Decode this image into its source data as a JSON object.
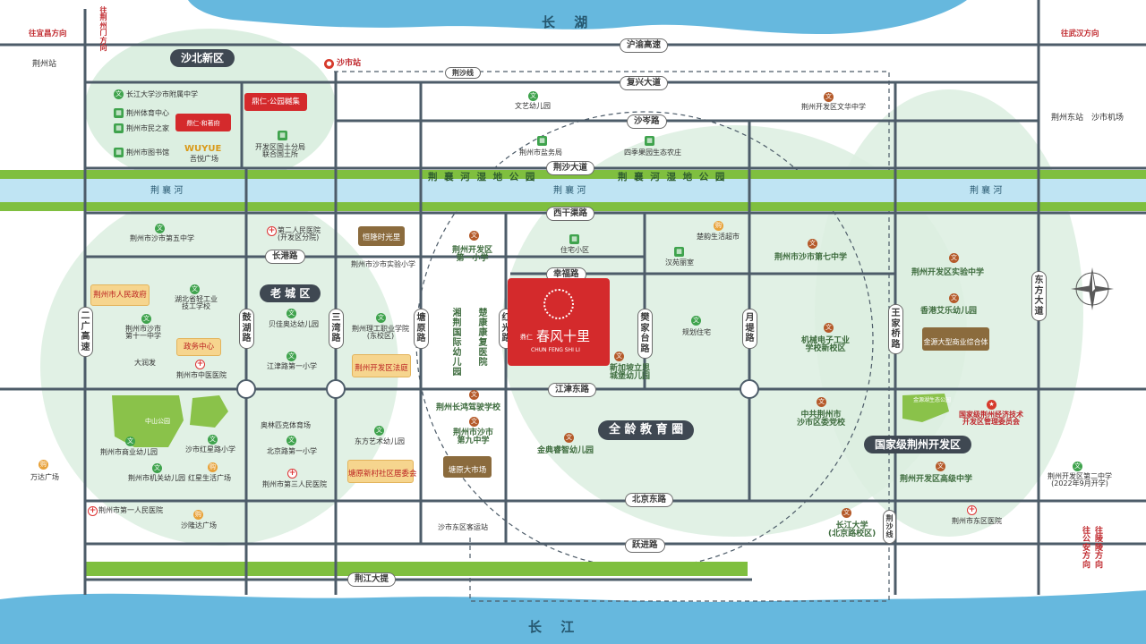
{
  "colors": {
    "road": "#4d5c69",
    "river": "#bfe4f3",
    "green_band": "#7fbf3f",
    "district": "#dcefe1",
    "project": "#d42a2c",
    "lake": "#66b8de"
  },
  "water": {
    "lake": "长 湖",
    "river_lower": "长 江"
  },
  "rivers": {
    "jingxiang_park_w": "荆 襄 河 湿 地 公 园",
    "jingxiang_park_e": "荆 襄 河 湿 地 公 园",
    "jingxiang_w": "荆 襄 河",
    "jingxiang_mid": "荆 襄 河",
    "jingxiang_e": "荆 襄 河"
  },
  "districts": {
    "shabei": "沙北新区",
    "laocheng": "老 城 区",
    "quanling": "全 龄 教 育 圈",
    "kaifa": "国家级荆州开发区"
  },
  "roads": {
    "huyu": "沪渝高速",
    "fuxing": "复兴大道",
    "shacen": "沙岑路",
    "jingsha": "荆沙大道",
    "xiganqu": "西干渠路",
    "xingfu": "幸福路",
    "changgang": "长港路",
    "jiangjin": "江津东路",
    "beijing": "北京东路",
    "yuejin": "跃进路",
    "jingjiang": "荆江大提",
    "jingsha_rail": "荆沙线",
    "jingsha_rail2": "荆沙线",
    "eryi": "二广高速",
    "guhu": "鼓湖路",
    "sanwan": "三湾路",
    "tangyuan": "塘原路",
    "hongguang": "红光路",
    "fanjiatai": "樊家台路",
    "yuedi": "月堤路",
    "wangjiaqiao": "王家桥路",
    "dongfang": "东方大道"
  },
  "directions": {
    "to_yichang": "往宜昌方向",
    "to_jingzhoumen": "往荆州门方向",
    "to_wuhan": "往武汉方向",
    "to_gongan": "往公安方向",
    "to_lingling": "往陵陵方向"
  },
  "transport": {
    "jingzhou_station": "荆州站",
    "shashi_station": "沙市站",
    "east_station": "荆州东站",
    "airport": "沙市机场",
    "bus_station": "沙市东区客运站"
  },
  "project": {
    "brand": "鼎仁",
    "name": "春风十里",
    "pinyin": "CHUN FENG SHI LI",
    "hotel_brand": "鼎仁·公园樾集",
    "red_brand": "鼎仁·和著府",
    "wuyue": "吾悦广场",
    "wuyue_logo": "WUYUE"
  },
  "places": {
    "yangtze_school": "长江大学沙市附属中学",
    "sports": "荆州体育中心",
    "citizen": "荆州市民之家",
    "library": "荆州市图书馆",
    "police": "开发区国土分局\n联合国土所",
    "wenyi": "文艺幼儿园",
    "yanwu": "荆州市盐务局",
    "siji": "四季果园生态农庄",
    "wenhua": "荆州开发区文华中学",
    "no5": "荆州市沙市第五中学",
    "hospital2": "第二人民医院\n(开发区分院)",
    "henglong": "恒隆时光里",
    "shiyan": "荆州市沙市实验小学",
    "kaifa_no1": "荆州开发区\n第一小学",
    "zhuzhai": "住宅小区",
    "chuyun": "楚韵生活超市",
    "hanyuan": "汉苑丽室",
    "no7": "荆州市沙市第七中学",
    "shiyan_zhong": "荆州开发区实验中学",
    "xianggang": "香港艾乐幼儿园",
    "jinyuan": "金源大型商业综合体",
    "gov": "荆州市人民政府",
    "gongye": "湖北省轻工业\n技工学校",
    "no10": "荆州市沙市\n第十一中学",
    "zhengwu": "政务中心",
    "dacheng": "大润发",
    "zhongyi": "荆州市中医医院",
    "beijia": "贝佳奥达幼儿园",
    "jiangjin_xiao": "江津路第一小学",
    "ligong": "荆州理工职业学院\n(东校区)",
    "fayuan": "荆州开发区法庭",
    "jingjing": "湘荆国际幼儿园",
    "chukang": "楚康康复医院",
    "guihua": "规划住宅",
    "xinjiapo": "新加坡立思\n城堡幼儿园",
    "jixie": "机械电子工业\n学校新校区",
    "zhonggong": "中共荆州市\n沙市区委党校",
    "gaoji": "荆州开发区高级中学",
    "guojia": "国家级荆州经济技术\n开发区管理委员会",
    "zhongshan": "中山公园",
    "jinlong_park": "金源湖生态公园",
    "shangye": "荆州市商业幼儿园",
    "jiguan": "荆州市机关幼儿园",
    "honglian_xiao": "沙市红星路小学",
    "honglian": "红星生活广场",
    "aolin": "奥林匹克体育场",
    "beijing_xiao": "北京路第一小学",
    "hospital3": "荆州市第三人民医院",
    "dongfang_art": "东方艺术幼儿园",
    "tangyuan_she": "塘原新村社区居委会",
    "changhong": "荆州长鸿驾驶学校",
    "no9": "荆州市沙市\n第九中学",
    "tangyuan_market": "塘原大市场",
    "jindian": "金典睿智幼儿园",
    "wanda": "万达广场",
    "hospital1": "荆州市第一人民医院",
    "shalong": "沙隆达广场",
    "yangtze_univ": "长江大学\n(北京路校区)",
    "dongqu_hosp": "荆州市东区医院",
    "no2_kaifa": "荆州开发区第二中学\n(2022年9月开学)"
  }
}
